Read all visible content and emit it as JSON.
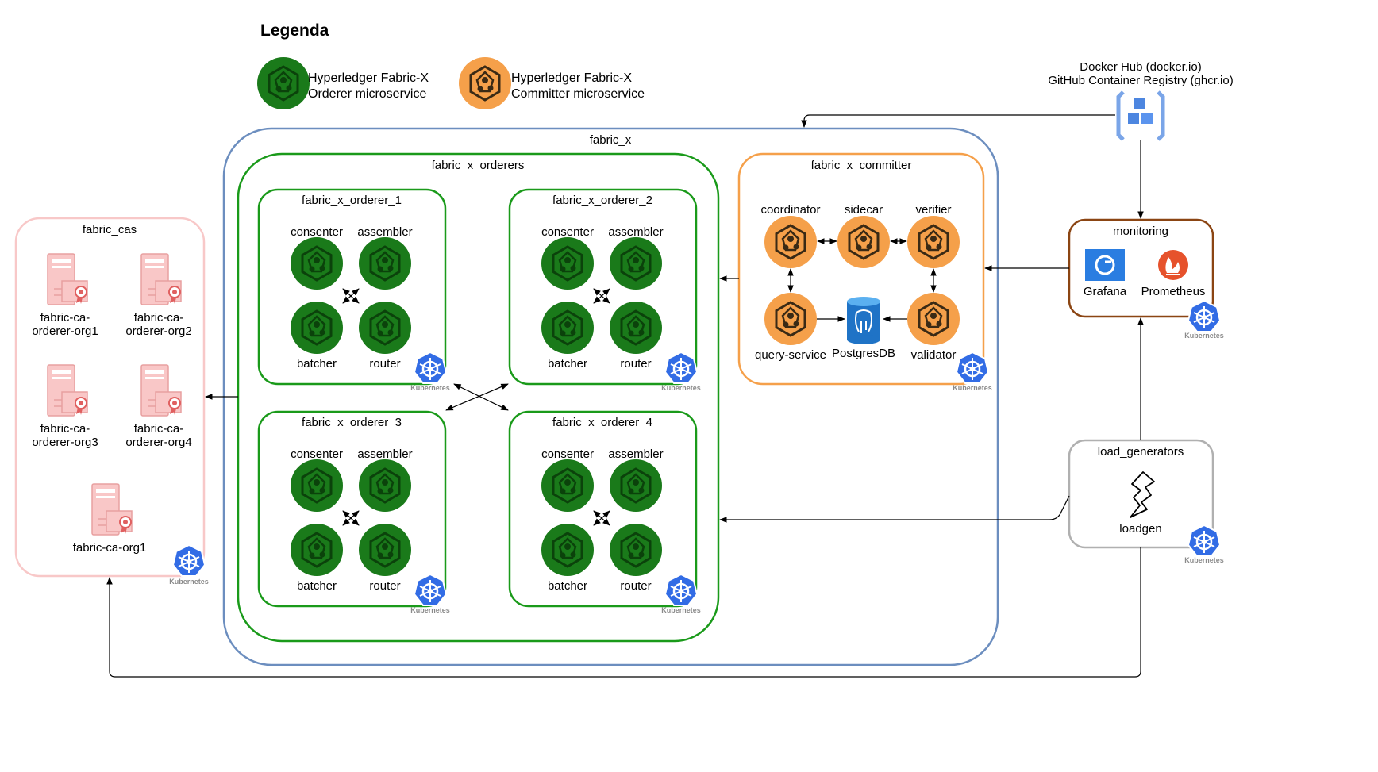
{
  "legend": {
    "title": "Legenda",
    "orderer_line1": "Hyperledger Fabric-X",
    "orderer_line2": "Orderer microservice",
    "committer_line1": "Hyperledger Fabric-X",
    "committer_line2": "Committer microservice"
  },
  "registry": {
    "line1": "Docker Hub (docker.io)",
    "line2": "GitHub Container Registry (ghcr.io)"
  },
  "kubernetes_label": "Kubernetes",
  "fabric_x": {
    "title": "fabric_x",
    "orderers": {
      "title": "fabric_x_orderers",
      "orderer_titles": [
        "fabric_x_orderer_1",
        "fabric_x_orderer_2",
        "fabric_x_orderer_3",
        "fabric_x_orderer_4"
      ],
      "components": [
        "consenter",
        "assembler",
        "batcher",
        "router"
      ]
    },
    "committer": {
      "title": "fabric_x_committer",
      "coordinator": "coordinator",
      "sidecar": "sidecar",
      "verifier": "verifier",
      "query_service": "query-service",
      "postgres": "PostgresDB",
      "validator": "validator"
    }
  },
  "fabric_cas": {
    "title": "fabric_cas",
    "cas": [
      {
        "line1": "fabric-ca-",
        "line2": "orderer-org1"
      },
      {
        "line1": "fabric-ca-",
        "line2": "orderer-org2"
      },
      {
        "line1": "fabric-ca-",
        "line2": "orderer-org3"
      },
      {
        "line1": "fabric-ca-",
        "line2": "orderer-org4"
      },
      {
        "line1": "fabric-ca-org1",
        "line2": ""
      }
    ]
  },
  "monitoring": {
    "title": "monitoring",
    "grafana": "Grafana",
    "prometheus": "Prometheus"
  },
  "load_generators": {
    "title": "load_generators",
    "loadgen": "loadgen"
  },
  "colors": {
    "orderer_green": "#1a7a1a",
    "orderer_dark": "#0f5a0f",
    "committer_orange": "#f5a04a",
    "fabric_x_border": "#6c8ebf",
    "orderers_border": "#1a9a1a",
    "committer_border": "#f5a04a",
    "cas_border": "#f8c8c8",
    "monitoring_border": "#8b4513",
    "loadgen_border": "#b0b0b0",
    "kubernetes_blue": "#326ce5"
  }
}
